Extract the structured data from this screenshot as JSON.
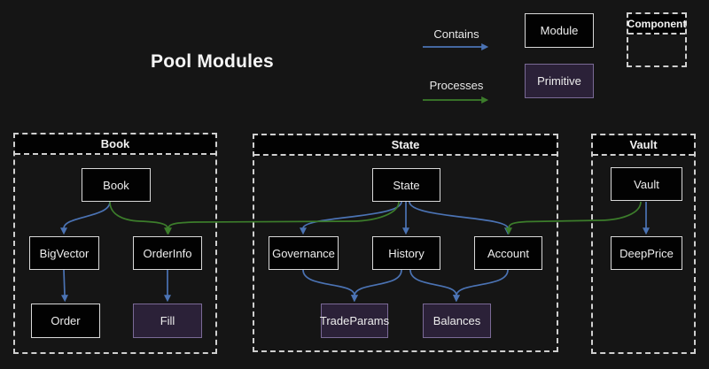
{
  "title": "Pool Modules",
  "legend": {
    "contains_label": "Contains",
    "processes_label": "Processes",
    "module_label": "Module",
    "primitive_label": "Primitive",
    "component_label": "Component"
  },
  "containers": {
    "book": {
      "title": "Book"
    },
    "state": {
      "title": "State"
    },
    "vault": {
      "title": "Vault"
    }
  },
  "nodes": {
    "book": {
      "label": "Book",
      "type": "module"
    },
    "bigvector": {
      "label": "BigVector",
      "type": "module"
    },
    "orderinfo": {
      "label": "OrderInfo",
      "type": "module"
    },
    "order": {
      "label": "Order",
      "type": "module"
    },
    "fill": {
      "label": "Fill",
      "type": "primitive"
    },
    "state": {
      "label": "State",
      "type": "module"
    },
    "governance": {
      "label": "Governance",
      "type": "module"
    },
    "history": {
      "label": "History",
      "type": "module"
    },
    "account": {
      "label": "Account",
      "type": "module"
    },
    "tradeparams": {
      "label": "TradeParams",
      "type": "primitive"
    },
    "balances": {
      "label": "Balances",
      "type": "primitive"
    },
    "vault": {
      "label": "Vault",
      "type": "module"
    },
    "deepprice": {
      "label": "DeepPrice",
      "type": "module"
    }
  },
  "edges": [
    {
      "from": "Book",
      "to": "BigVector",
      "type": "contains"
    },
    {
      "from": "BigVector",
      "to": "Order",
      "type": "contains"
    },
    {
      "from": "OrderInfo",
      "to": "Fill",
      "type": "contains"
    },
    {
      "from": "State",
      "to": "Governance",
      "type": "contains"
    },
    {
      "from": "State",
      "to": "History",
      "type": "contains"
    },
    {
      "from": "State",
      "to": "Account",
      "type": "contains"
    },
    {
      "from": "Governance",
      "to": "TradeParams",
      "type": "contains"
    },
    {
      "from": "History",
      "to": "TradeParams",
      "type": "contains"
    },
    {
      "from": "History",
      "to": "Balances",
      "type": "contains"
    },
    {
      "from": "Account",
      "to": "Balances",
      "type": "contains"
    },
    {
      "from": "Vault",
      "to": "DeepPrice",
      "type": "contains"
    },
    {
      "from": "Book",
      "to": "OrderInfo",
      "type": "processes"
    },
    {
      "from": "State",
      "to": "OrderInfo",
      "type": "processes"
    },
    {
      "from": "Vault",
      "to": "Account",
      "type": "processes"
    }
  ],
  "colors": {
    "background": "#151515",
    "module_fill": "#020202",
    "module_border": "#d9d9d9",
    "primitive_fill": "#2b2138",
    "primitive_border": "#7a6a96",
    "contains_blue": "#4b73b4",
    "processes_green": "#3c7d2b"
  }
}
